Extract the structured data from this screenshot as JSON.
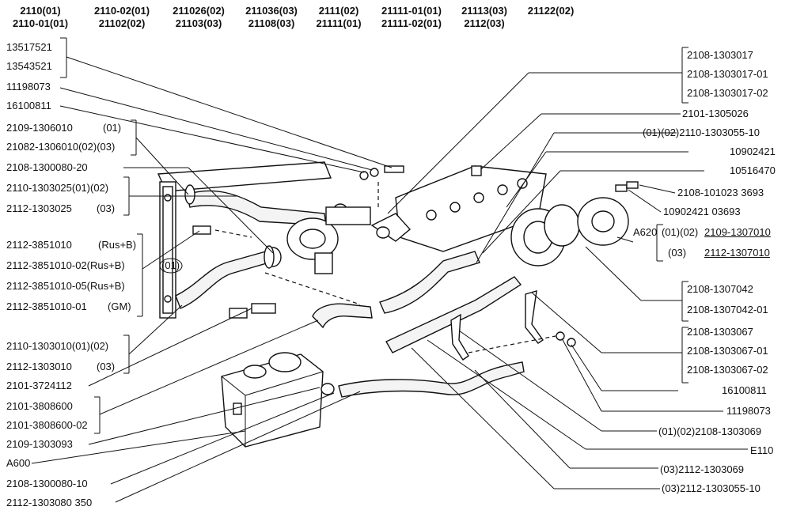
{
  "header": {
    "row1": [
      "2110(01)",
      "2110-02(01)",
      "211026(02)",
      "211036(03)",
      "2111(02)",
      "21111-01(01)",
      "21113(03)",
      "21122(02)"
    ],
    "row2": [
      "2110-01(01)",
      "21102(02)",
      "21103(03)",
      "21108(03)",
      "21111(01)",
      "21111-02(01)",
      "2112(03)"
    ]
  },
  "left_labels": [
    "13517521",
    "13543521",
    "11198073",
    "16100811",
    "2109-1306010",
    "(01)",
    "21082-1306010(02)(03)",
    "2108-1300080-20",
    "2110-1303025(01)(02)",
    "2112-1303025",
    "(03)",
    "2112-3851010",
    "(Rus+B)",
    "2112-3851010-02(Rus+B)",
    "2112-3851010-05(Rus+B)",
    "2112-3851010-01",
    "(GM)",
    "(01)",
    "2110-1303010(01)(02)",
    "2112-1303010",
    "(03)",
    "2101-3724112",
    "2101-3808600",
    "2101-3808600-02",
    "2109-1303093",
    "A600",
    "2108-1300080-10",
    "2112-1303080 350"
  ],
  "right_labels": [
    "2108-1303017",
    "2108-1303017-01",
    "2108-1303017-02",
    "2101-1305026",
    "(01)(02)2110-1303055-10",
    "10902421",
    "10516470",
    "2108-101023 3693",
    "10902421 03693",
    "A620",
    "(01)(02)",
    "2109-1307010",
    "(03)",
    "2112-1307010",
    "2108-1307042",
    "2108-1307042-01",
    "2108-1303067",
    "2108-1303067-01",
    "2108-1303067-02",
    "16100811",
    "11198073",
    "(01)(02)2108-1303069",
    "E110",
    "(03)2112-1303069",
    "(03)2112-1303055-10"
  ]
}
